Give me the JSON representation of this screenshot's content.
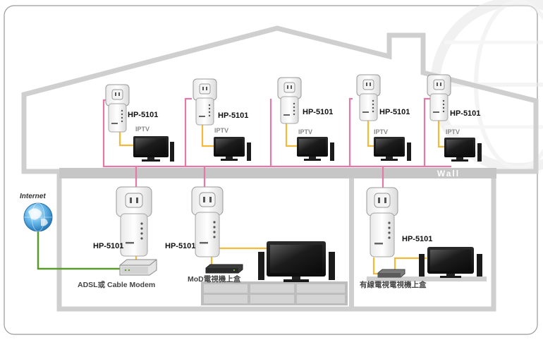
{
  "wall_label": "Wall",
  "internet_label": "Internet",
  "adapter_model": "HP-5101",
  "iptv_label": "IPTV",
  "upstairs_rooms": [
    {
      "model": "HP-5101",
      "device": "IPTV"
    },
    {
      "model": "HP-5101",
      "device": "IPTV"
    },
    {
      "model": "HP-5101",
      "device": "IPTV"
    },
    {
      "model": "HP-5101",
      "device": "IPTV"
    },
    {
      "model": "HP-5101",
      "device": "IPTV"
    }
  ],
  "downstairs": {
    "modem": {
      "model": "HP-5101",
      "device_label": "ADSL或 Cable Modem"
    },
    "mod_box": {
      "model": "HP-5101",
      "device_label": "MoD電視機上盒"
    },
    "cable_box": {
      "model": "HP-5101",
      "device_label": "有線電視電視機上盒"
    }
  },
  "colors": {
    "powerline": "#e678a8",
    "ethernet": "#f2b93a",
    "internet_link": "#5a9a2a",
    "house": "#cfcfcf",
    "wall_band": "#c6c6c6"
  }
}
